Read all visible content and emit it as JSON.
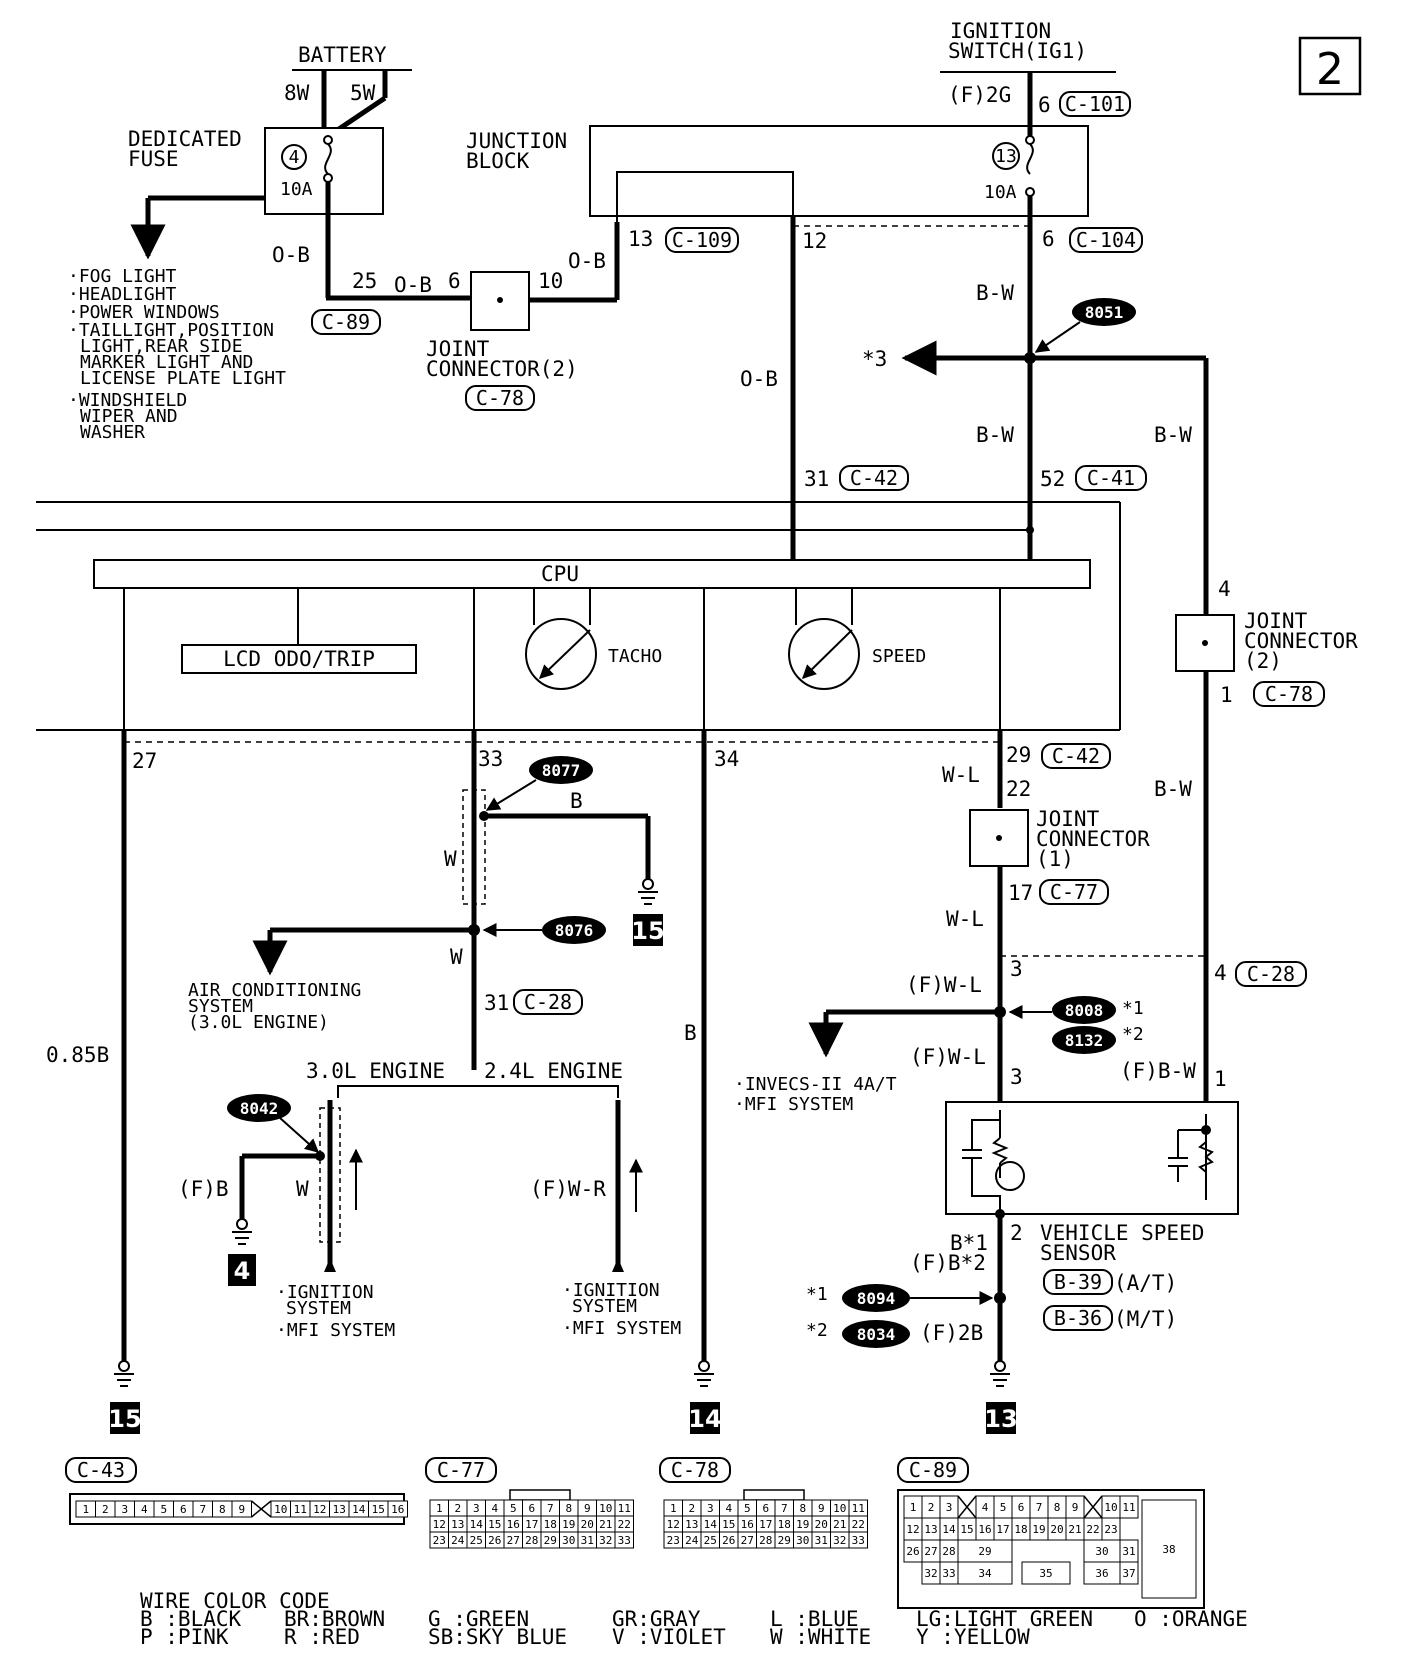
{
  "page_number": "2",
  "battery": {
    "label": "BATTERY",
    "wire_left": "8W",
    "wire_right": "5W"
  },
  "dedicated_fuse": {
    "label1": "DEDICATED",
    "label2": "FUSE",
    "number": "4",
    "rating": "10A"
  },
  "fuse_loads": [
    "·FOG LIGHT",
    "·HEADLIGHT",
    "·POWER WINDOWS",
    "·TAILLIGHT,POSITION",
    "LIGHT,REAR SIDE",
    "MARKER LIGHT AND",
    "LICENSE PLATE LIGHT",
    "·WINDSHIELD",
    "WIPER AND",
    "WASHER"
  ],
  "ignition_switch": {
    "label1": "IGNITION",
    "label2": "SWITCH(IG1)",
    "wire": "(F)2G",
    "pin": "6",
    "connector": "C-101"
  },
  "junction_block": {
    "label1": "JUNCTION",
    "label2": "BLOCK",
    "fuse_number": "13",
    "fuse_rating": "10A",
    "pin13": "13",
    "conn13": "C-109",
    "pin12": "12",
    "pin6": "6",
    "conn6": "C-104"
  },
  "joint_connector_top": {
    "label1": "JOINT",
    "label2": "CONNECTOR(2)",
    "connector": "C-78",
    "pin_left": "6",
    "pin_right": "10"
  },
  "wires_top": {
    "ob1": "O-B",
    "pin25": "25",
    "ob2": "O-B",
    "c89": "C-89",
    "ob3": "O-B",
    "ob4": "O-B",
    "bw1": "B-W",
    "bw2": "B-W",
    "bw3": "B-W",
    "star3": "*3"
  },
  "splice_top": "8051",
  "meter_pins": {
    "p31": "31",
    "c42a": "C-42",
    "p52": "52",
    "c41": "C-41"
  },
  "cpu": {
    "label": "CPU",
    "lcd": "LCD ODO/TRIP",
    "tacho": "TACHO",
    "speed": "SPEED"
  },
  "joint_connector_right": {
    "pin4": "4",
    "label1": "JOINT",
    "label2": "CONNECTOR",
    "label3": "(2)",
    "pin1": "1",
    "connector": "C-78",
    "bw": "B-W"
  },
  "bottom_pins": {
    "p27": "27",
    "p33": "33",
    "p34": "34",
    "p29": "29",
    "c42b": "C-42"
  },
  "left_wire": {
    "label": "0.85B",
    "ground": "15"
  },
  "center_branch": {
    "splice_upper": "8077",
    "b": "B",
    "ground_upper": "15",
    "w1": "W",
    "splice_lower": "8076",
    "w2": "W",
    "ac1": "AIR CONDITIONING",
    "ac2": "SYSTEM",
    "ac3": "(3.0L ENGINE)",
    "pin31": "31",
    "c28": "C-28",
    "engine30": "3.0L ENGINE",
    "engine24": "2.4L ENGINE"
  },
  "branch_30": {
    "splice": "8042",
    "fb": "(F)B",
    "w": "W",
    "ground": "4",
    "note1": "·IGNITION",
    "note2": "SYSTEM",
    "note3": "·MFI SYSTEM"
  },
  "branch_24": {
    "fwr": "(F)W-R",
    "note1": "·IGNITION",
    "note2": "SYSTEM",
    "note3": "·MFI SYSTEM"
  },
  "mid_wire": {
    "label": "B",
    "ground": "14"
  },
  "jc1": {
    "wl_top": "W-L",
    "pin22": "22",
    "label1": "JOINT",
    "label2": "CONNECTOR",
    "label3": "(1)",
    "pin17": "17",
    "connector": "C-77",
    "wl_bot": "W-L"
  },
  "lower_right": {
    "fwl1": "(F)W-L",
    "pin3a": "3",
    "pin4": "4",
    "c28": "C-28",
    "splice1": "8008",
    "star1": "*1",
    "splice2": "8132",
    "star2": "*2",
    "invecs1": "·INVECS-II 4A/T",
    "invecs2": "·MFI SYSTEM",
    "fwl2": "(F)W-L",
    "pin3b": "3",
    "fbw": "(F)B-W",
    "pin1": "1"
  },
  "vss": {
    "pin2": "2",
    "label1": "VEHICLE SPEED",
    "label2": "SENSOR",
    "conn1": "B-39",
    "type1": "(A/T)",
    "conn2": "B-36",
    "type2": "(M/T)",
    "b1": "B*1",
    "fb2": "(F)B*2",
    "star1": "*1",
    "splice1": "8094",
    "star2": "*2",
    "splice2": "8034",
    "f2b": "(F)2B",
    "ground": "13"
  },
  "connectors": {
    "c43": "C-43",
    "c77": "C-77",
    "c78": "C-78",
    "c89": "C-89"
  },
  "wire_color_code": {
    "title": "WIRE COLOR CODE",
    "entries": [
      "B :BLACK",
      "BR:BROWN",
      "G :GREEN",
      "GR:GRAY",
      "L :BLUE",
      "LG:LIGHT GREEN",
      "O :ORANGE",
      "P :PINK",
      "R :RED",
      "SB:SKY BLUE",
      "V :VIOLET",
      "W :WHITE",
      "Y :YELLOW"
    ]
  }
}
